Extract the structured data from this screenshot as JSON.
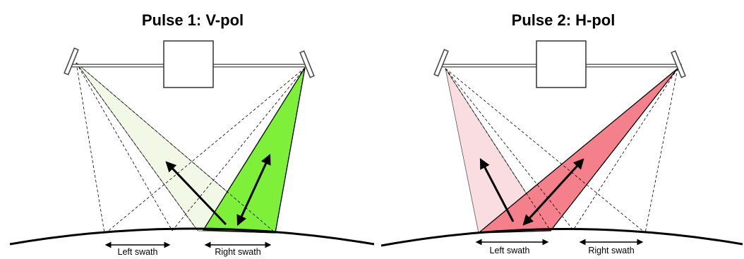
{
  "panels": [
    {
      "title": "Pulse 1: V-pol",
      "left_swath_label": "Left swath",
      "right_swath_label": "Right swath",
      "faint_beam_color": "#f1f8e6",
      "strong_beam_color": "#7ff03a"
    },
    {
      "title": "Pulse 2: H-pol",
      "left_swath_label": "Left swath",
      "right_swath_label": "Right swath",
      "faint_beam_color": "#f9dde1",
      "strong_beam_color": "#f4808c"
    }
  ]
}
